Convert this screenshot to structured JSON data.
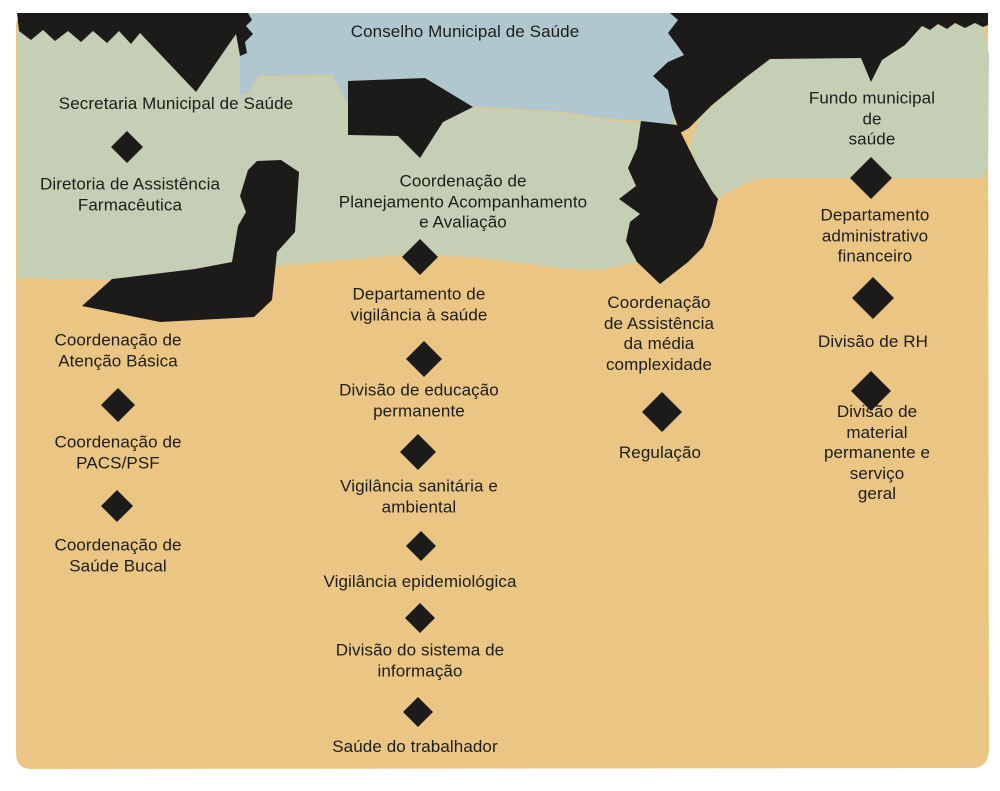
{
  "colors": {
    "background": "#ffffff",
    "panel_orange": "#eac584",
    "panel_green": "#c5cfb6",
    "panel_blue": "#b0c7cf",
    "ink": "#1d1b19",
    "text": "#1d1d1b"
  },
  "icons": {
    "connector_diamond": "◆"
  },
  "nodes": {
    "conselho": {
      "label": "Conselho Municipal de Saúde"
    },
    "secretaria": {
      "label": "Secretaria Municipal de Saúde"
    },
    "diretoria": {
      "label": "Diretoria de Assistência\nFarmacêutica"
    },
    "planejamento": {
      "label": "Coordenação de\nPlanejamento Acompanhamento\ne Avaliação"
    },
    "vigilancia_saude": {
      "label": "Departamento de\nvigilância à saúde"
    },
    "educacao": {
      "label": "Divisão de educação\npermanente"
    },
    "sanitaria": {
      "label": "Vigilância sanitária e\nambiental"
    },
    "epidemiologica": {
      "label": "Vigilância epidemiológica"
    },
    "sistema": {
      "label": "Divisão do sistema de\ninformação"
    },
    "trabalhador": {
      "label": "Saúde do trabalhador"
    },
    "atencao_basica": {
      "label": "Coordenação de\nAtenção Básica"
    },
    "pacs_psf": {
      "label": "Coordenação de\nPACS/PSF"
    },
    "saude_bucal": {
      "label": "Coordenação de\nSaúde Bucal"
    },
    "assistencia": {
      "label": "Coordenação\nde Assistência\nda média\ncomplexidade"
    },
    "regulacao": {
      "label": "Regulação"
    },
    "fundo": {
      "label": "Fundo municipal de\nsaúde"
    },
    "adm_financeiro": {
      "label": "Departamento\nadministrativo financeiro"
    },
    "rh": {
      "label": "Divisão de RH"
    },
    "material": {
      "label": "Divisão de material\npermanente e serviço\ngeral"
    }
  }
}
